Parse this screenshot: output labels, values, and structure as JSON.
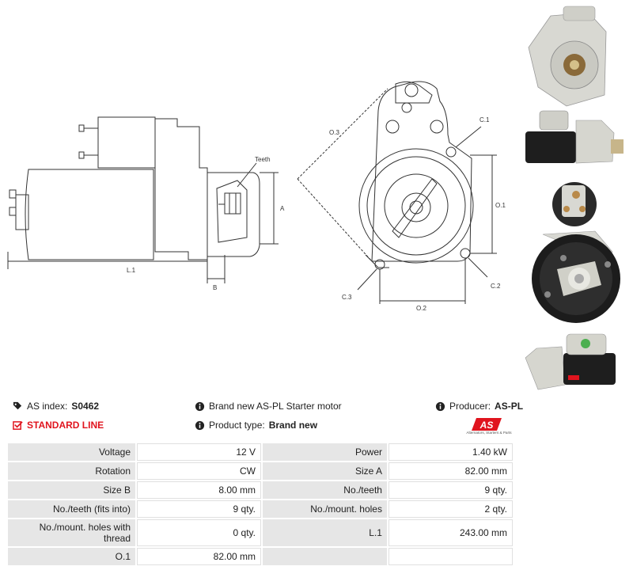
{
  "drawing": {
    "label_teeth": "Teeth",
    "label_a": "A",
    "label_b": "B",
    "label_l1": "L.1",
    "label_o1": "O.1",
    "label_o2": "O.2",
    "label_o3": "O.3",
    "label_c1": "C.1",
    "label_c2": "C.2",
    "label_c3": "C.3"
  },
  "info": {
    "as_index_label": "AS index:",
    "as_index_value": "S0462",
    "line": "STANDARD LINE",
    "description": "Brand new AS-PL Starter motor",
    "product_type_label": "Product type:",
    "product_type_value": "Brand new",
    "producer_label": "Producer:",
    "producer_value": "AS-PL"
  },
  "logo": {
    "mark": "AS",
    "tagline": "Alternators, Starters & Parts"
  },
  "specs": [
    [
      "Voltage",
      "12 V",
      "Power",
      "1.40 kW"
    ],
    [
      "Rotation",
      "CW",
      "Size A",
      "82.00 mm"
    ],
    [
      "Size B",
      "8.00 mm",
      "No./teeth",
      "9 qty."
    ],
    [
      "No./teeth (fits into)",
      "9 qty.",
      "No./mount. holes",
      "2 qty."
    ],
    [
      "No./mount. holes with thread",
      "0 qty.",
      "L.1",
      "243.00 mm"
    ],
    [
      "O.1",
      "82.00 mm",
      "",
      ""
    ]
  ],
  "colors": {
    "accent_red": "#e0141e",
    "label_bg": "#e6e6e6"
  }
}
